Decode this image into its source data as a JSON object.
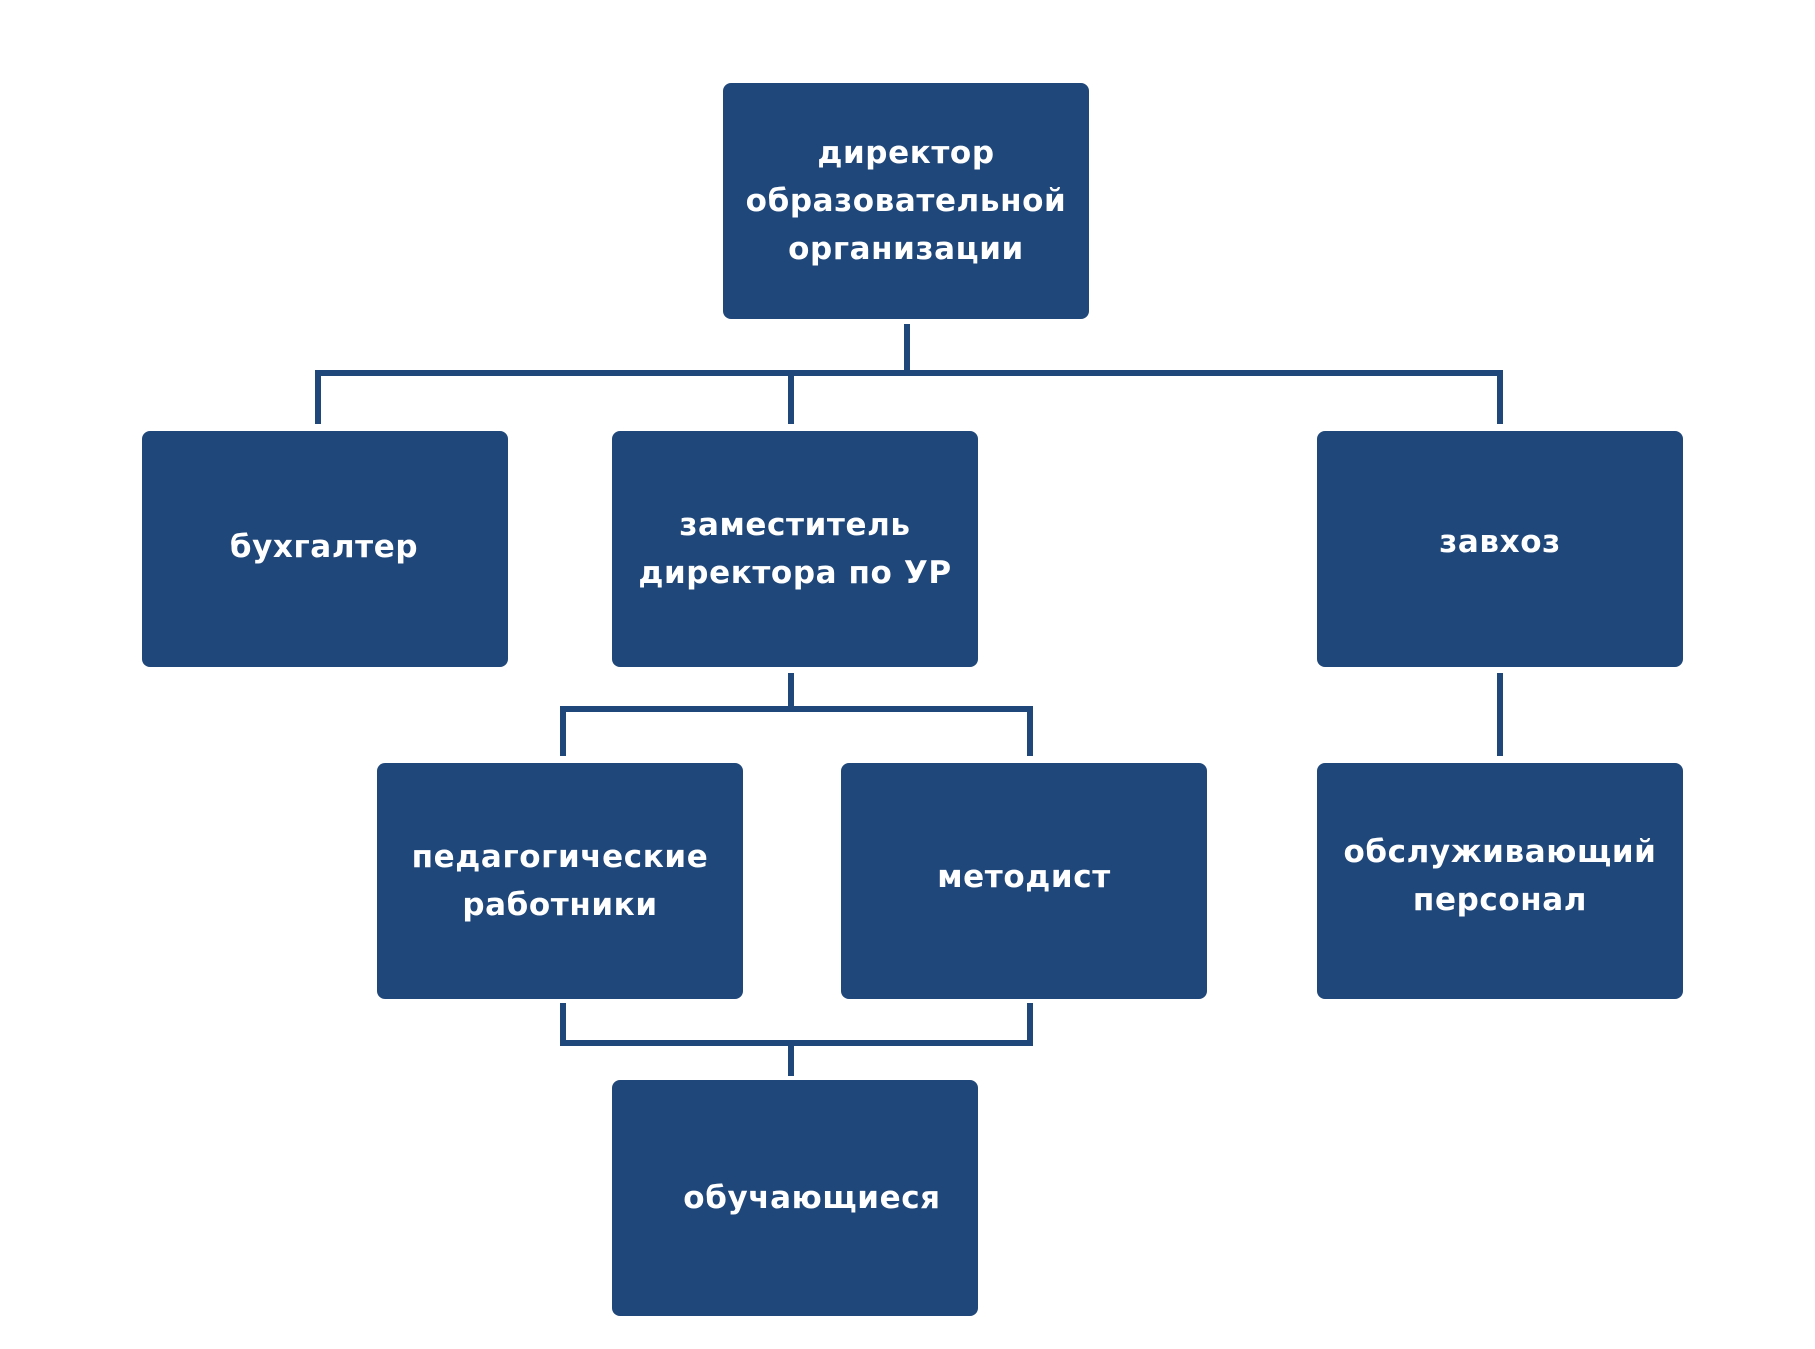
{
  "diagram": {
    "nodes": {
      "director": "директор\nобразовательной\nорганизации",
      "accountant": "бухгалтер",
      "deputy": "заместитель\nдиректора по УР",
      "caretaker": "завхоз",
      "teachers": "педагогические\nработники",
      "methodist": "методист",
      "staff": "обслуживающий\nперсонал",
      "students": "обучающиеся"
    },
    "edges": [
      [
        "director",
        "accountant"
      ],
      [
        "director",
        "deputy"
      ],
      [
        "director",
        "caretaker"
      ],
      [
        "deputy",
        "teachers"
      ],
      [
        "deputy",
        "methodist"
      ],
      [
        "caretaker",
        "staff"
      ],
      [
        "teachers",
        "students"
      ],
      [
        "methodist",
        "students"
      ]
    ],
    "colors": {
      "box_fill": "#1f477a",
      "connector": "#1f477a",
      "text": "#ffffff",
      "background": "#ffffff"
    }
  }
}
